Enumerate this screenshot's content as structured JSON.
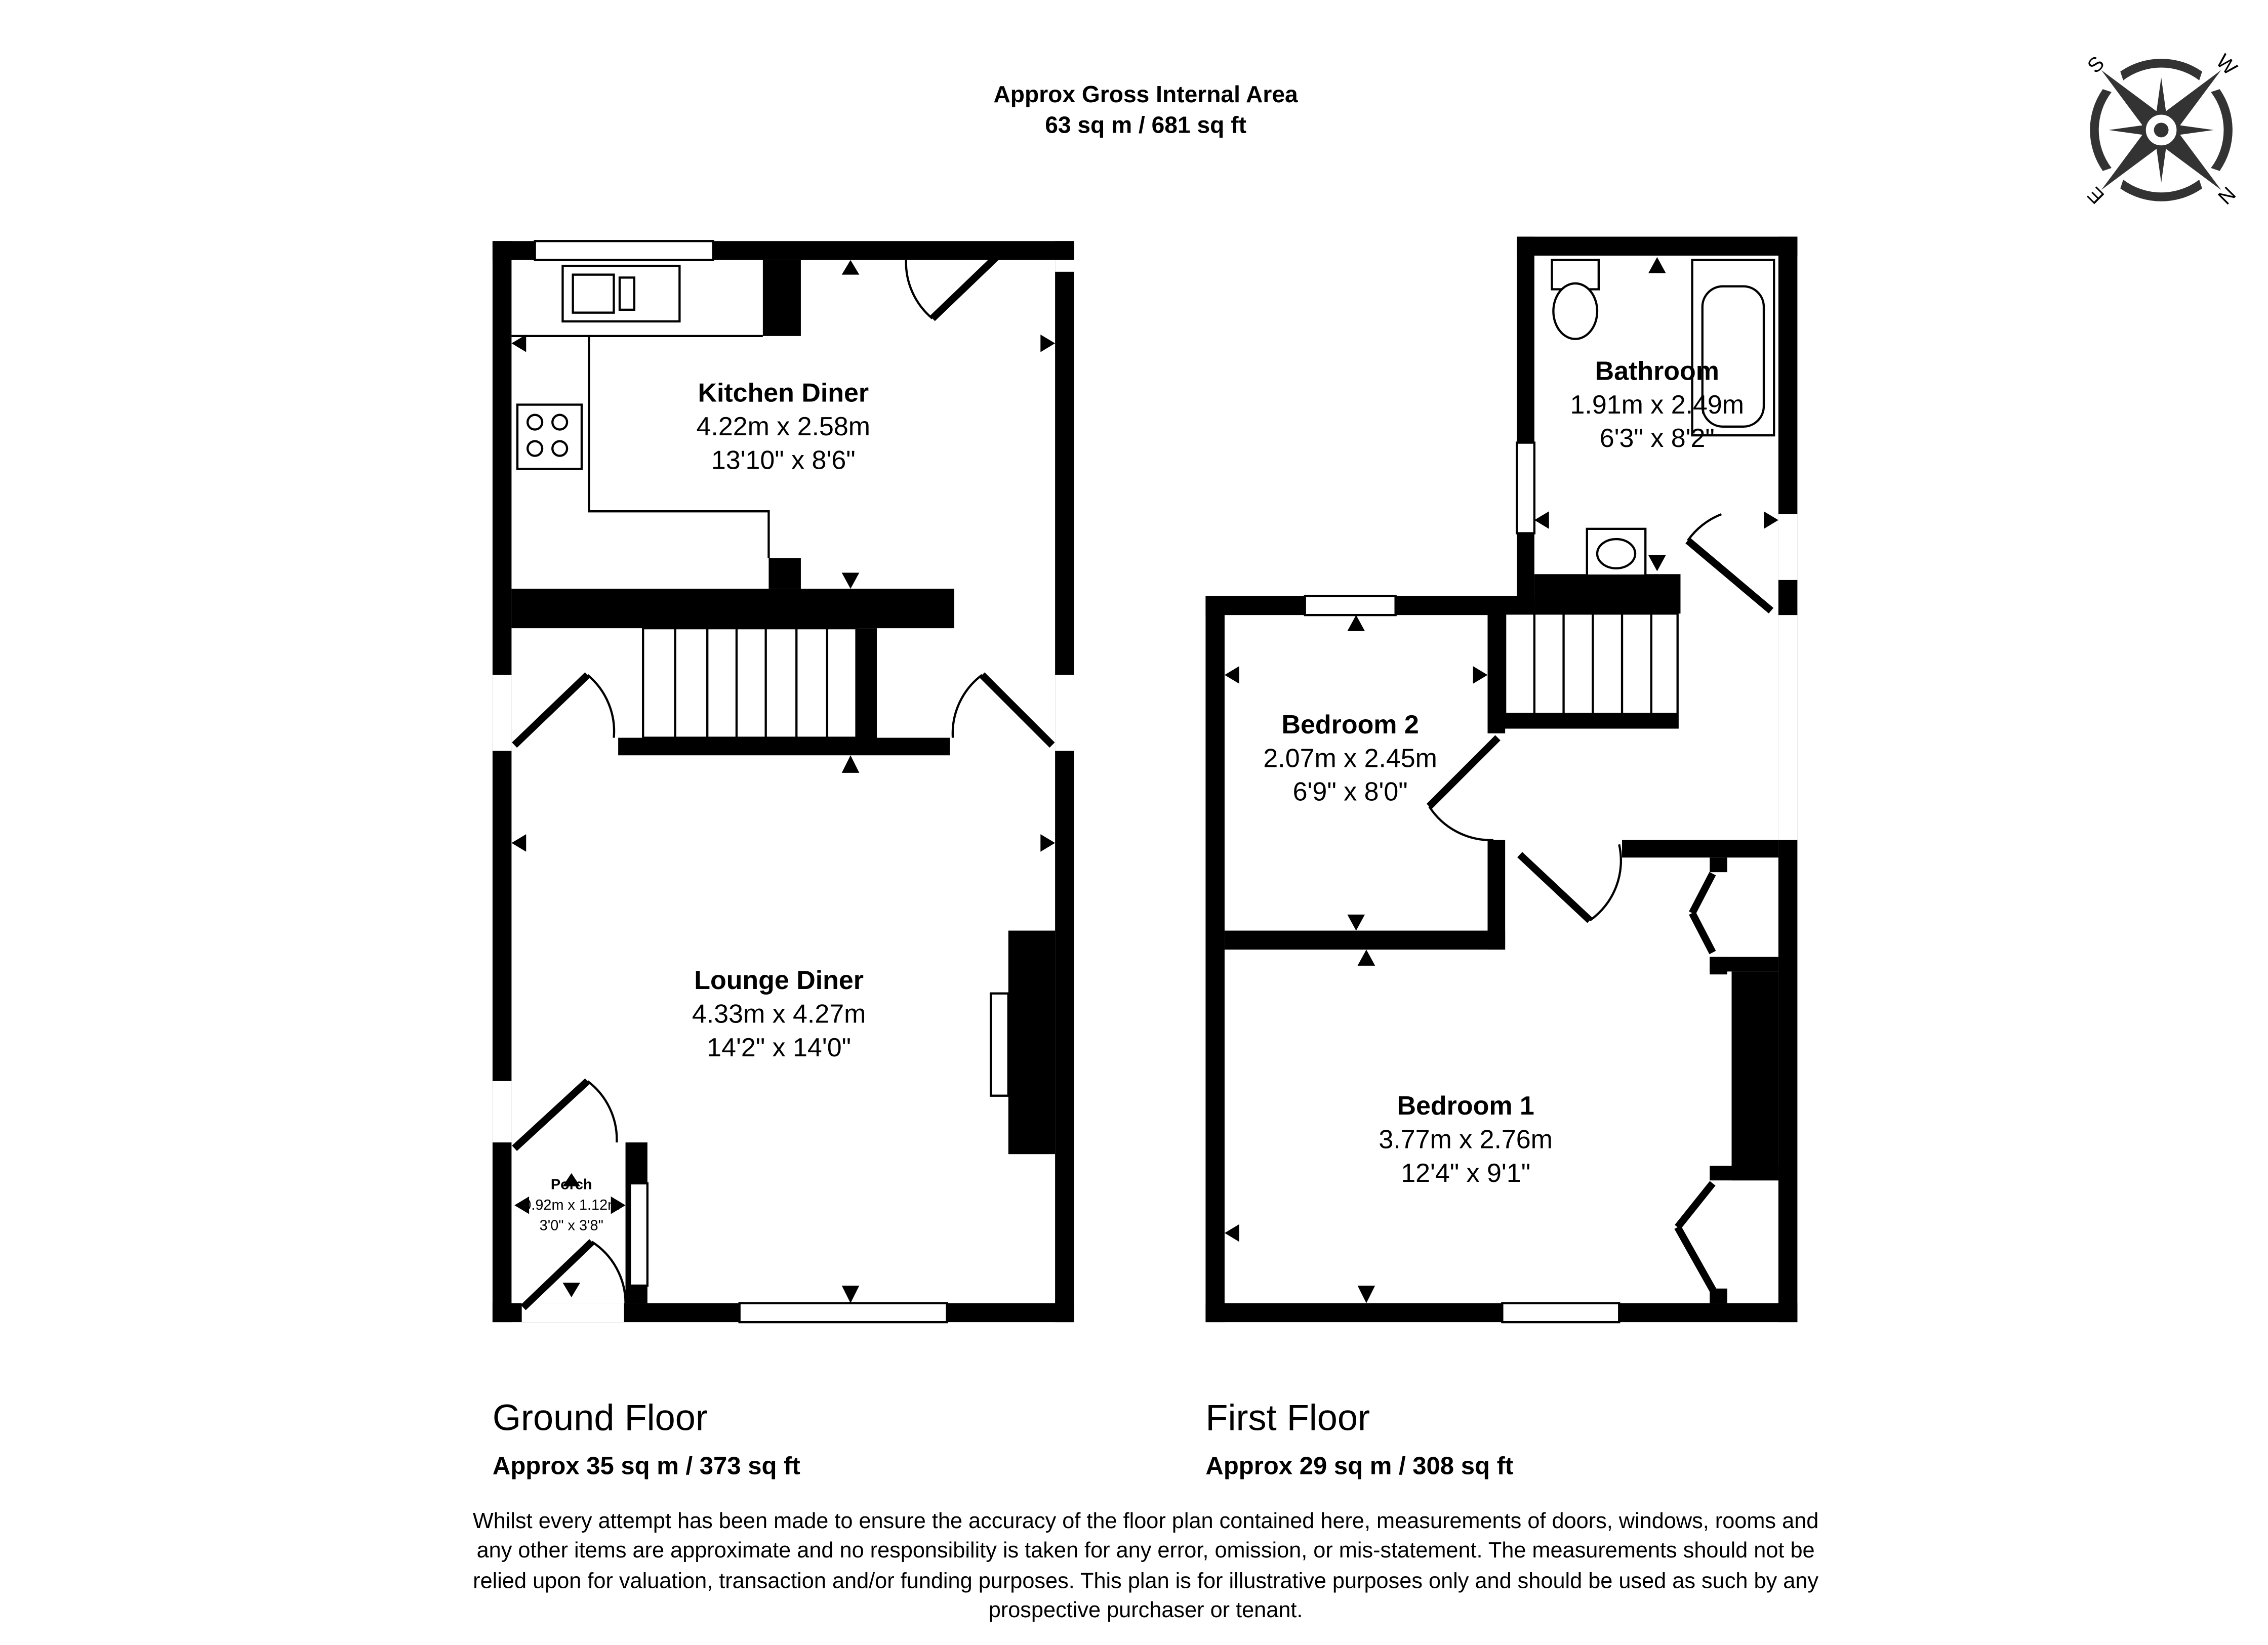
{
  "header": {
    "line1": "Approx Gross Internal Area",
    "line2": "63 sq m / 681 sq ft"
  },
  "compass": {
    "labels": [
      "S",
      "W",
      "N",
      "E"
    ],
    "color": "#333333"
  },
  "ground_floor": {
    "title": "Ground Floor",
    "area": "Approx 35 sq m / 373 sq ft",
    "rooms": [
      {
        "name": "Kitchen Diner",
        "metric": "4.22m x 2.58m",
        "imperial": "13'10\" x 8'6\""
      },
      {
        "name": "Lounge Diner",
        "metric": "4.33m x 4.27m",
        "imperial": "14'2\" x 14'0\""
      },
      {
        "name": "Porch",
        "metric": "0.92m x 1.12m",
        "imperial": "3'0\" x 3'8\""
      }
    ]
  },
  "first_floor": {
    "title": "First Floor",
    "area": "Approx 29 sq m / 308 sq ft",
    "rooms": [
      {
        "name": "Bathroom",
        "metric": "1.91m x 2.49m",
        "imperial": "6'3\" x 8'2\""
      },
      {
        "name": "Bedroom 2",
        "metric": "2.07m x 2.45m",
        "imperial": "6'9\" x 8'0\""
      },
      {
        "name": "Bedroom 1",
        "metric": "3.77m x 2.76m",
        "imperial": "12'4\" x 9'1\""
      }
    ]
  },
  "disclaimer": [
    "Whilst every attempt has been made to ensure the accuracy of the floor plan contained here, measurements of doors, windows, rooms and",
    "any other items are approximate and no responsibility is taken for any error, omission, or mis-statement. The measurements should not be",
    "relied upon for valuation, transaction and/or funding purposes. This plan is for illustrative purposes only and should be used as such by any",
    "prospective purchaser or tenant."
  ]
}
